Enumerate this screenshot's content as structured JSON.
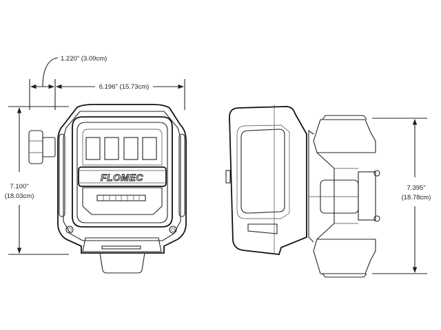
{
  "dimensions": {
    "knob_offset": "1.220\" (3.09cm)",
    "width": "6.196\" (15.73cm)",
    "front_height_in": "7.100\"",
    "front_height_cm": "(18.03cm)",
    "side_height_in": "7.395\"",
    "side_height_cm": "(18.78cm)"
  },
  "logo": "FLOMEC"
}
